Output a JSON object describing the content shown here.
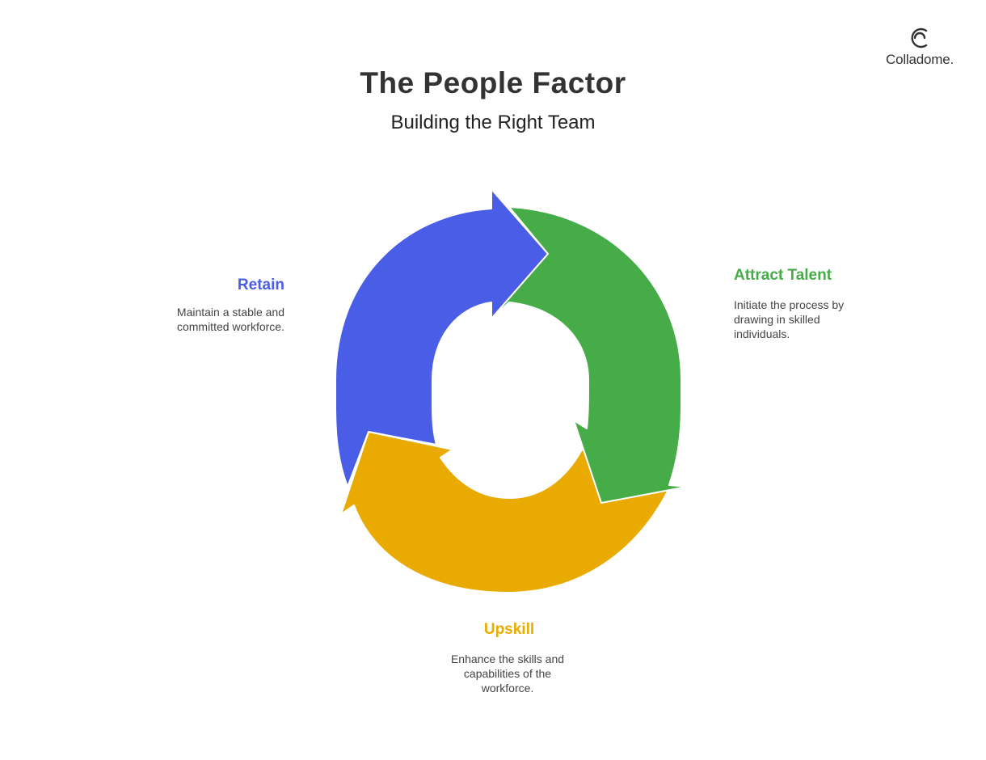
{
  "header": {
    "title": "The People Factor",
    "subtitle": "Building the Right Team"
  },
  "logo": {
    "text": "Colladome.",
    "icon": "colladome-logo-icon"
  },
  "stages": [
    {
      "label": "Attract Talent",
      "description": "Initiate the process by drawing in skilled individuals.",
      "color": "#45AC48"
    },
    {
      "label": "Upskill",
      "description": "Enhance the skills and capabilities of the workforce.",
      "color": "#E9AB01"
    },
    {
      "label": "Retain",
      "description": "Maintain a stable and committed workforce.",
      "color": "#4A5DE6"
    }
  ]
}
